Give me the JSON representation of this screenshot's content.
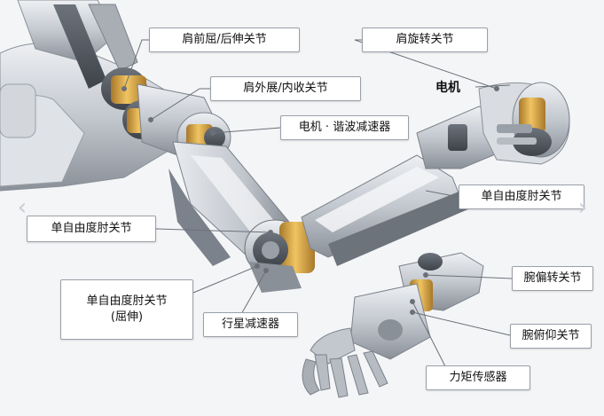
{
  "labels": {
    "shoulder_flex": "肩前屈/后伸关节",
    "shoulder_rotate": "肩旋转关节",
    "motor": "电机",
    "shoulder_abduct": "肩外展/内收关节",
    "motor_harmonic": "电机 · 谐波减速器",
    "elbow_right": "单自由度肘关节",
    "elbow_left": "单自由度肘关节",
    "elbow_flex_line1": "单自由度肘关节",
    "elbow_flex_line2": "(屈伸)",
    "planetary": "行星减速器",
    "wrist_deviate": "腕偏转关节",
    "wrist_pitch": "腕俯仰关节",
    "torque_sensor": "力矩传感器"
  },
  "nav": {
    "prev_icon": "chevron-left-icon",
    "next_icon": "chevron-right-icon"
  },
  "colors": {
    "metal": "#c9cdd3",
    "metal_dark": "#7c828b",
    "joint_gold": "#d9a441",
    "leader": "#6b7078"
  }
}
